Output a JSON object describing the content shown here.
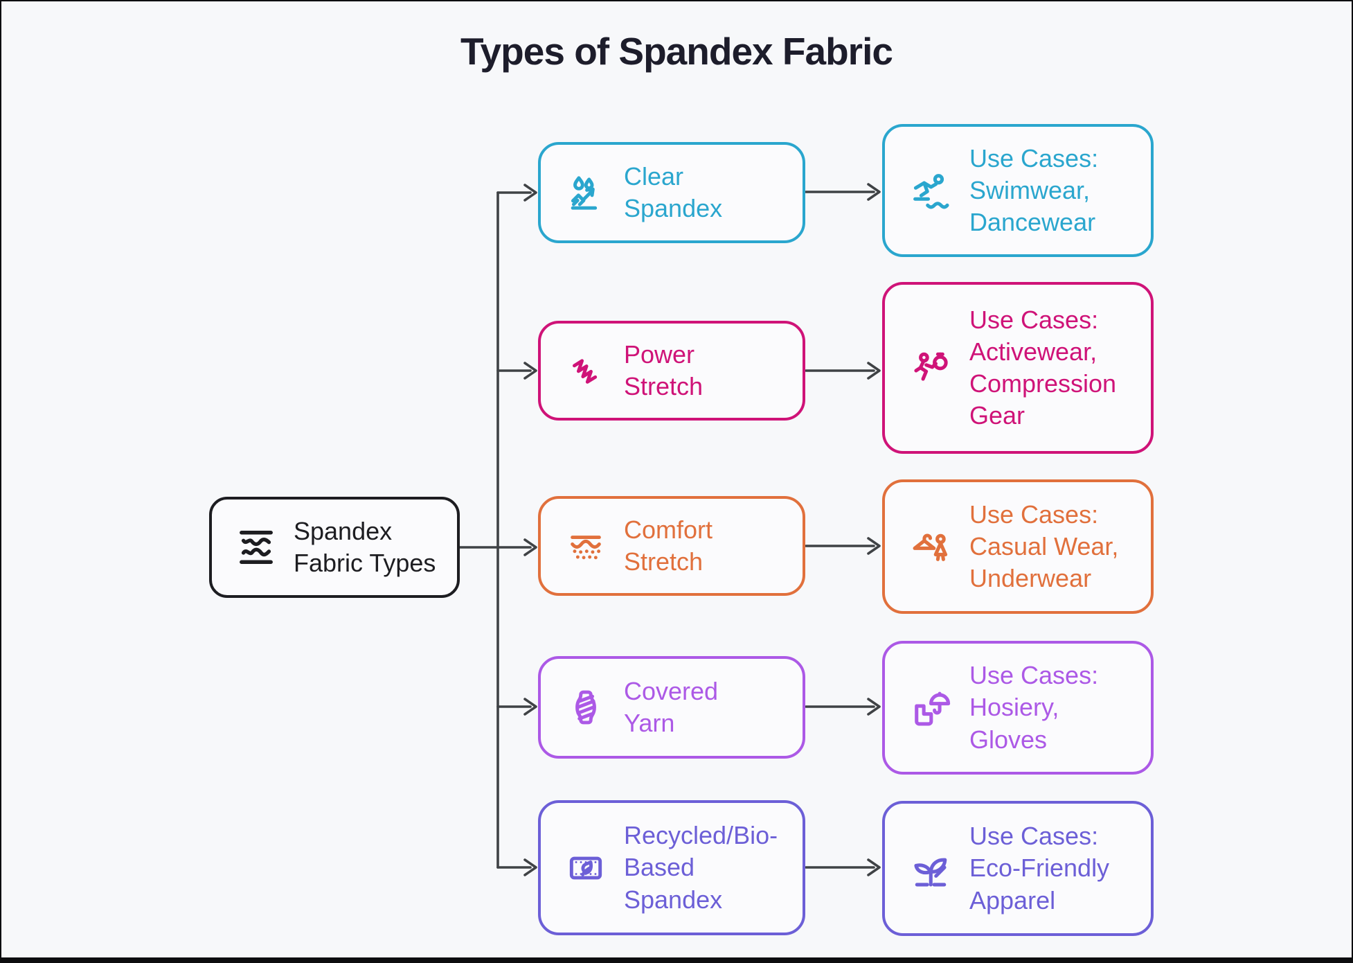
{
  "title": "Types of Spandex Fabric",
  "palette": {
    "background": "#F7F8FA",
    "node_fill": "#FBFBFD",
    "connector": "#3F4245",
    "title_color": "#1D1D2B",
    "root": "#1D1D21",
    "cyan": "#2AA6CE",
    "magenta": "#CF1378",
    "orange": "#E1703C",
    "purple": "#AC59E6",
    "indigo": "#6C5FD7"
  },
  "root": {
    "label": "Spandex\nFabric Types",
    "icon": "fabric-stack-icon"
  },
  "branches": [
    {
      "name": "clear-spandex",
      "color": "cyan",
      "type": {
        "label": "Clear\nSpandex",
        "icon": "water-drops-stretch-icon"
      },
      "use_case": {
        "label": "Use Cases:\nSwimwear,\nDancewear",
        "icon": "swimmer-icon"
      }
    },
    {
      "name": "power-stretch",
      "color": "magenta",
      "type": {
        "label": "Power\nStretch",
        "icon": "coil-spring-icon"
      },
      "use_case": {
        "label": "Use Cases:\nActivewear,\nCompression\nGear",
        "icon": "runner-stopwatch-icon"
      }
    },
    {
      "name": "comfort-stretch",
      "color": "orange",
      "type": {
        "label": "Comfort\nStretch",
        "icon": "breathable-fabric-icon"
      },
      "use_case": {
        "label": "Use Cases:\nCasual Wear,\nUnderwear",
        "icon": "hanger-dress-icon"
      }
    },
    {
      "name": "covered-yarn",
      "color": "purple",
      "type": {
        "label": "Covered\nYarn",
        "icon": "yarn-spool-icon"
      },
      "use_case": {
        "label": "Use Cases:\nHosiery,\nGloves",
        "icon": "boot-umbrella-icon"
      }
    },
    {
      "name": "recycled-bio-based-spandex",
      "color": "indigo",
      "type": {
        "label": "Recycled/Bio-\nBased\nSpandex",
        "icon": "eco-fabric-swatch-icon"
      },
      "use_case": {
        "label": "Use Cases:\nEco-Friendly\nApparel",
        "icon": "sprout-icon"
      }
    }
  ]
}
